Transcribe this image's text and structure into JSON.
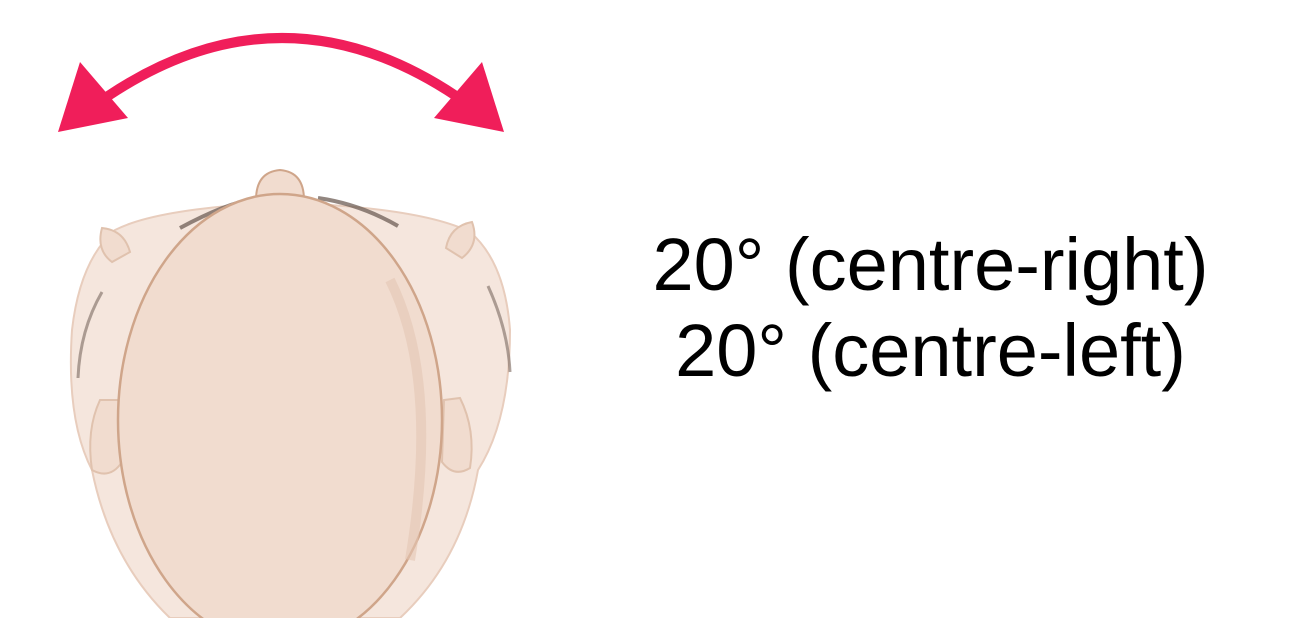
{
  "labels": {
    "line1": "20° (centre-right)",
    "line2": "20° (centre-left)"
  },
  "colors": {
    "arrow": "#f01e5a",
    "skin": "#f1dccf",
    "skin_back": "#f5e6dd",
    "skin_outline": "#cfa58a",
    "hair_shadow": "#8c7b72"
  },
  "icons": {
    "rotation": "double-headed-curved-arrow",
    "subject": "head-top-view"
  }
}
